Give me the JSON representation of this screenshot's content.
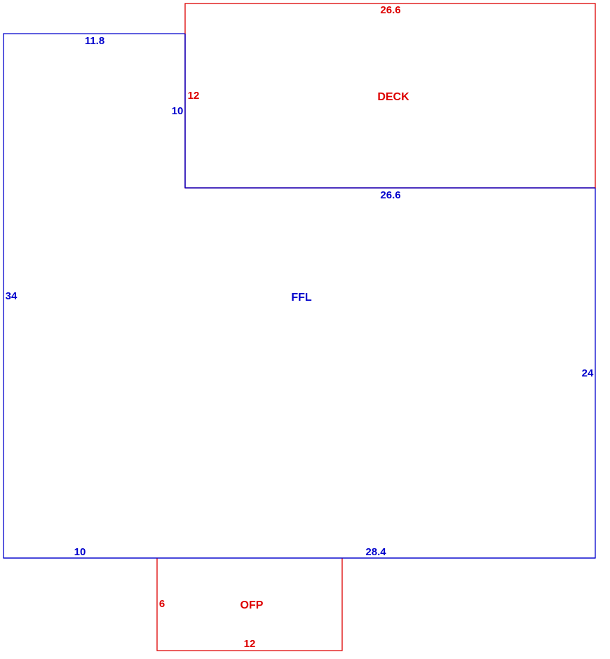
{
  "colors": {
    "living": "#0000cc",
    "exterior": "#dd0000",
    "background": "#ffffff"
  },
  "areas": {
    "ffl": {
      "label": "FFL",
      "dims": {
        "top": "11.8",
        "inner_left": "10",
        "inner_top": "26.6",
        "left": "34",
        "right": "24",
        "bottom_left": "10",
        "bottom_right": "28.4"
      }
    },
    "deck": {
      "label": "DECK",
      "dims": {
        "top": "26.6",
        "left": "12"
      }
    },
    "ofp": {
      "label": "OFP",
      "dims": {
        "left": "6",
        "bottom": "12"
      }
    }
  }
}
